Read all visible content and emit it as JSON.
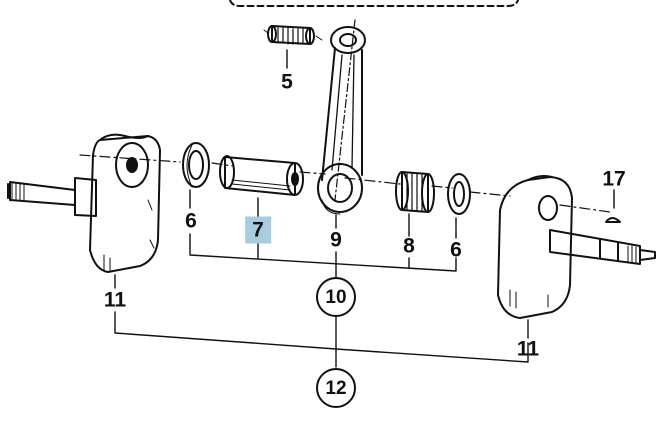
{
  "callouts": {
    "bearing_top": "5",
    "washer_left": "6",
    "crank_pin": "7",
    "rod": "9",
    "bearing_right": "8",
    "washer_right": "6",
    "key": "17",
    "flywheel_left": "11",
    "flywheel_right": "11"
  },
  "groups": {
    "rod_assembly": "10",
    "crankshaft": "12"
  },
  "colors": {
    "ink": "#111111",
    "highlight": "#a9cde0"
  },
  "icons": [
    "crankshaft-exploded-drawing"
  ]
}
